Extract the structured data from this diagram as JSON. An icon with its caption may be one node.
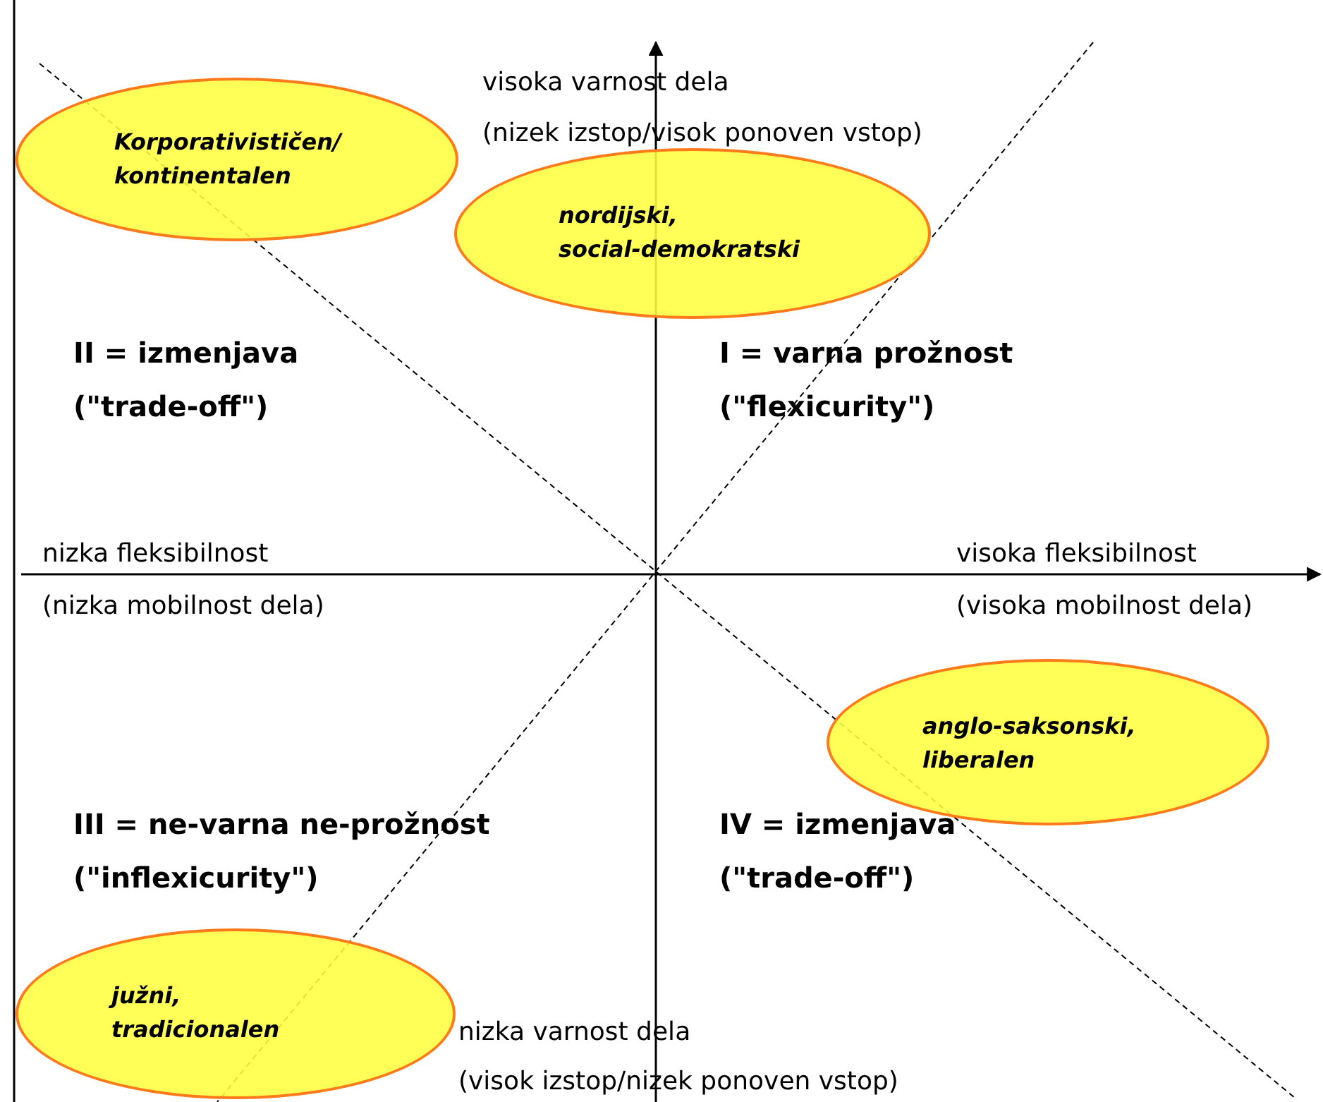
{
  "diagram": {
    "nodes": [
      {
        "text": [
          "Korporativističen/ kontinentalen"
        ]
      },
      {
        "text": [
          "nordijski, social-demokratski"
        ]
      },
      {
        "text": [
          "anglo-saksonski, liberalen"
        ]
      },
      {
        "text": [
          "južni, tradicionalen"
        ]
      }
    ],
    "labels": [
      "visoka varnost dela",
      "(nizek izstop/visok ponoven vstop)",
      "II = izmenjava",
      "I = varna prožnost",
      "(\"trade-off\")",
      "(\"flexicurity\")",
      "nizka fleksibilnost",
      "visoka fleksibilnost",
      "(nizka mobilnost dela)",
      "(visoka mobilnost dela)",
      "III = ne-varna ne-prožnost",
      "IV = izmenjava",
      "(\"inflexicurity\")",
      "(\"trade-off\")",
      "nizka varnost dela",
      "(visok izstop/nizek ponoven vstop)"
    ]
  }
}
